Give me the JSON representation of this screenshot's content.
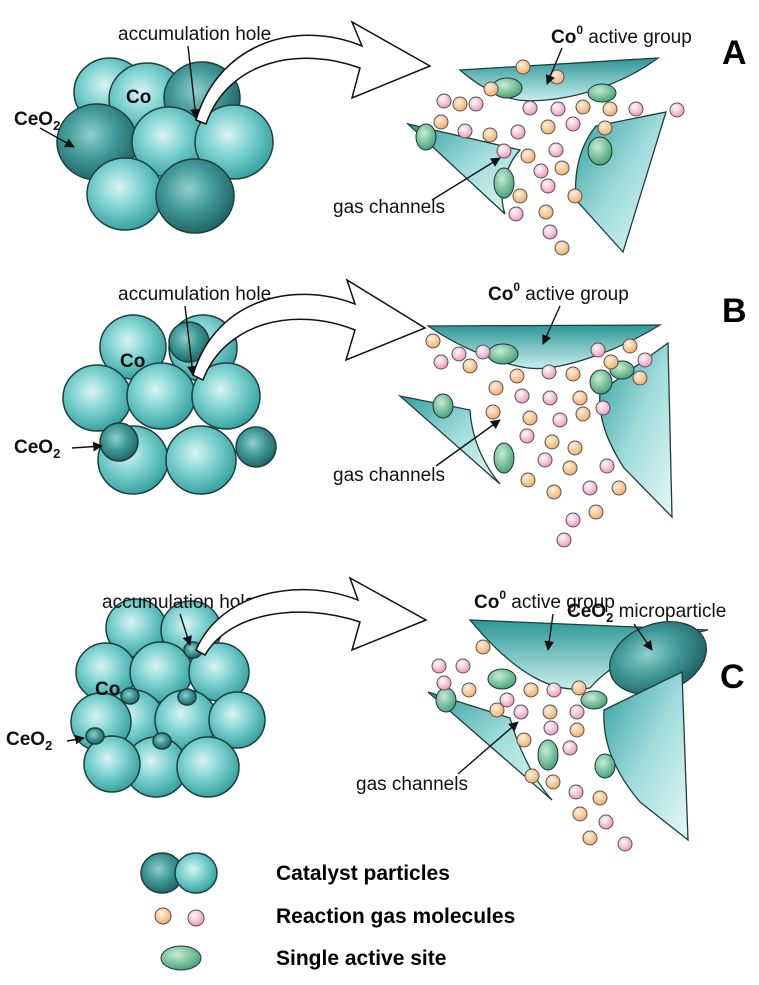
{
  "colors": {
    "co_particle": "#5fc8c6",
    "ceo2_particle": "#2e7e7e",
    "gas_orange": "#f5c08a",
    "gas_pink": "#f2a7c6",
    "active_site": "#6fbf92",
    "wall": "#58bcba"
  },
  "panels": [
    {
      "letter": "A",
      "accumulation_hole": "accumulation hole",
      "co_label": "Co",
      "ceo2_label": "CeO",
      "ceo2_sub": "2",
      "active_group_prefix": "Co",
      "active_group_sup": "0",
      "active_group_suffix": " active group",
      "gas_channels": "gas channels"
    },
    {
      "letter": "B",
      "accumulation_hole": "accumulation hole",
      "co_label": "Co",
      "ceo2_label": "CeO",
      "ceo2_sub": "2",
      "active_group_prefix": "Co",
      "active_group_sup": "0",
      "active_group_suffix": " active group",
      "gas_channels": "gas channels"
    },
    {
      "letter": "C",
      "accumulation_hole": "accumulation hole",
      "co_label": "Co",
      "ceo2_label": "CeO",
      "ceo2_sub": "2",
      "active_group_prefix": "Co",
      "active_group_sup": "0",
      "active_group_suffix": " active group",
      "microparticle_prefix": "CeO",
      "microparticle_sub": "2",
      "microparticle_suffix": " microparticle",
      "gas_channels": "gas channels"
    }
  ],
  "legend": [
    {
      "icon": "catalyst-particles-icon",
      "label": "Catalyst particles"
    },
    {
      "icon": "gas-molecules-icon",
      "label": "Reaction gas molecules"
    },
    {
      "icon": "active-site-icon",
      "label": "Single active site"
    }
  ]
}
